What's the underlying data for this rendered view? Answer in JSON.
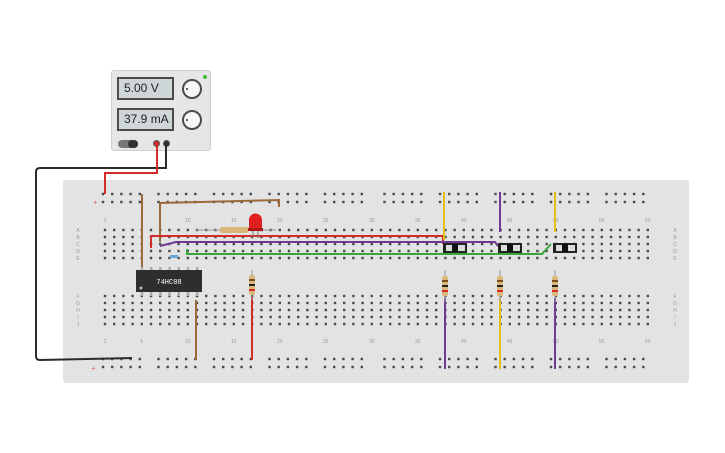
{
  "power_supply": {
    "voltage_display": "5.00 V",
    "current_display": "37.9 mA",
    "knobs": [
      "voltage-knob",
      "current-knob"
    ],
    "terminals": [
      "positive",
      "negative"
    ]
  },
  "breadboard": {
    "column_numbers": [
      "1",
      "5",
      "10",
      "15",
      "20",
      "25",
      "30",
      "35",
      "40",
      "45",
      "50",
      "55",
      "60"
    ],
    "row_letters_top": [
      "A",
      "B",
      "C",
      "D",
      "E"
    ],
    "row_letters_bottom": [
      "F",
      "G",
      "H",
      "I",
      "J"
    ],
    "rail_symbols": [
      "+",
      "+"
    ]
  },
  "components": {
    "ic_label": "74HC08",
    "led_color": "#e02020"
  },
  "colors": {
    "red_wire": "#d42b2b",
    "black_wire": "#2b2b2b",
    "brown_wire": "#9a6a3a",
    "green_wire": "#3aa53a",
    "purple_wire": "#6e3b93",
    "yellow_wire": "#e3c11a"
  }
}
